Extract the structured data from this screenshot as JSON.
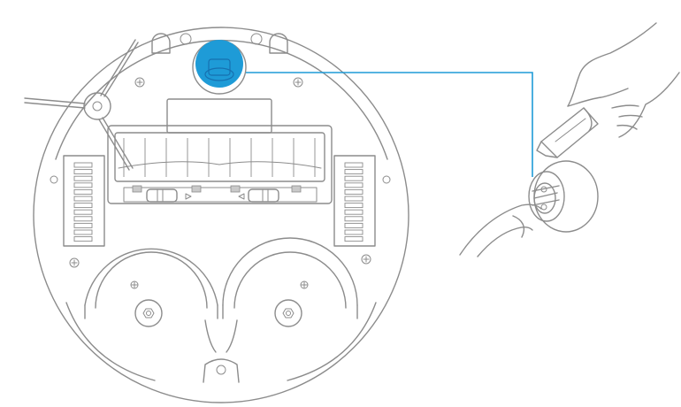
{
  "colors": {
    "line": "#8c8c8c",
    "accent": "#1e9bd7",
    "accent_dark": "#1670b0",
    "background": "#ffffff"
  },
  "highlight": {
    "part": "caster-wheel",
    "icon": "caster-wheel-icon"
  },
  "illustration": {
    "robot_view": "underside",
    "detail_view": "hand-removing-caster-wheel"
  }
}
